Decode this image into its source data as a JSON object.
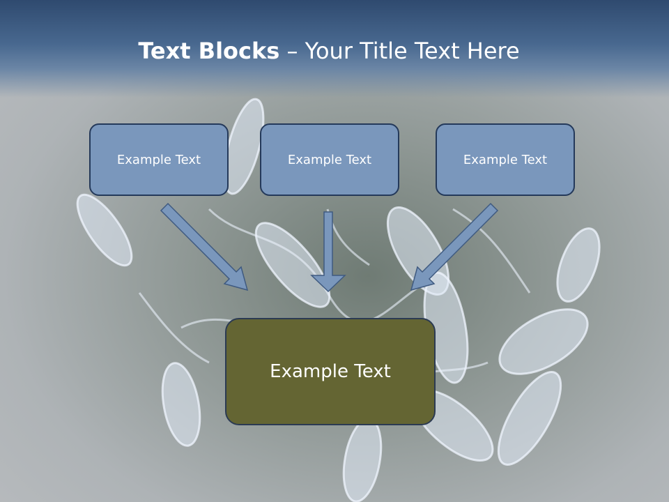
{
  "slide": {
    "title_bold": "Text Blocks",
    "title_rest": " – Your Title Text Here"
  },
  "blocks": {
    "top": [
      {
        "label": "Example Text"
      },
      {
        "label": "Example Text"
      },
      {
        "label": "Example Text"
      }
    ],
    "main": {
      "label": "Example Text"
    }
  },
  "colors": {
    "header": "#3a5a82",
    "top_box_fill": "#7a97bc",
    "main_box_fill": "#646533",
    "arrow_fill": "#7a97bc"
  }
}
